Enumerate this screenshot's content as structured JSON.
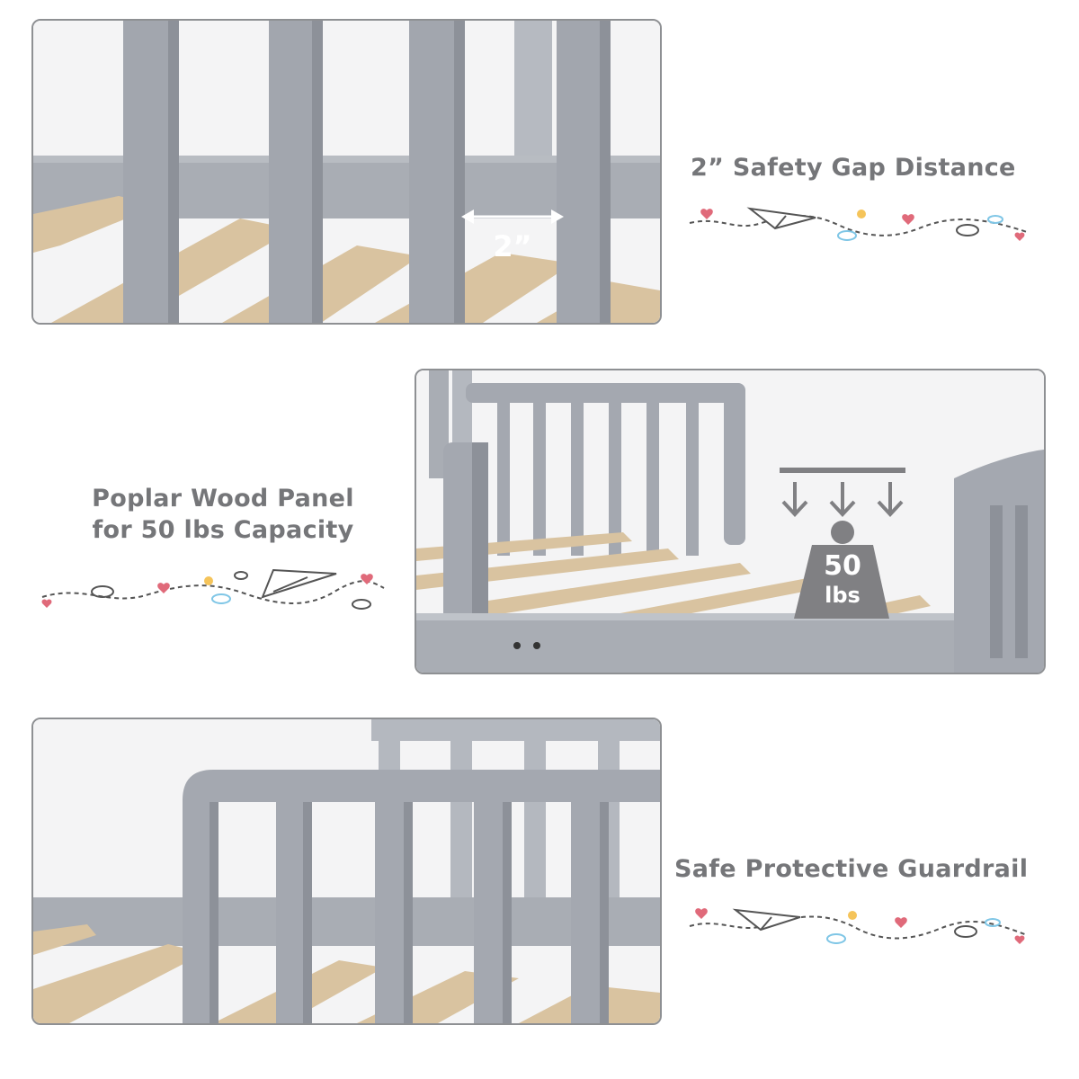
{
  "features": [
    {
      "title": "2” Safety Gap Distance"
    },
    {
      "title_line1": "Poplar Wood Panel",
      "title_line2": "for 50 lbs Capacity"
    },
    {
      "title": "Safe Protective Guardrail"
    }
  ],
  "gap_callout": {
    "label": "2”"
  },
  "weight_callout": {
    "value": "50",
    "unit": "lbs"
  },
  "colors": {
    "bed_gray": "#a4a8b0",
    "bed_gray_dark": "#8d9199",
    "slat_wood": "#d9c3a0",
    "text_gray": "#757679",
    "icon_dark": "#808083",
    "heart": "#e06a7a",
    "cloud": "#7fc6e6",
    "sun": "#f5c45a"
  },
  "icons": [
    "paper-plane-icon",
    "heart-icon",
    "cloud-icon",
    "sun-icon",
    "weight-icon",
    "down-arrow-icon",
    "double-arrow-icon"
  ]
}
